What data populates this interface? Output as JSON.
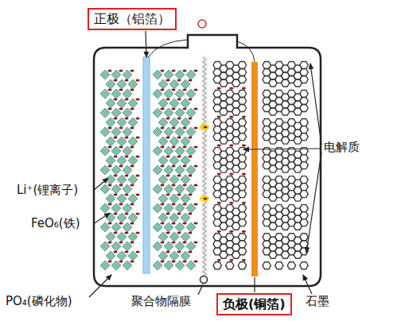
{
  "diagram": {
    "nodes": [
      {
        "text": [
          "正极（铝箔）"
        ]
      },
      {
        "text": [
          "负极(铜箔)"
        ]
      }
    ],
    "labels": [
      "电解质",
      "Li⁺(锂离子)",
      "FeO₆(铁)",
      "PO₄(磷化物)",
      "聚合物隔膜",
      "石墨"
    ]
  }
}
